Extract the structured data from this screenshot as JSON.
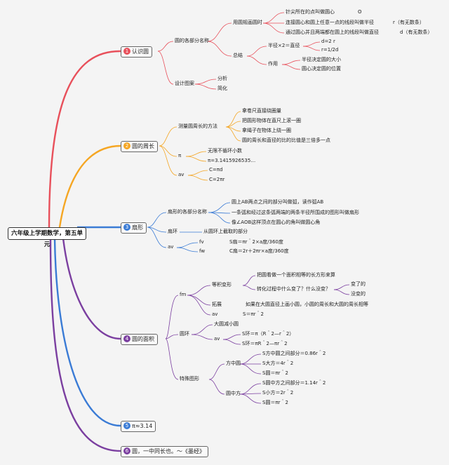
{
  "root": "六年级上学期数学，第五单元",
  "colors": {
    "b1": "#e8505b",
    "b2": "#f5a623",
    "b3": "#3a7bd5",
    "b4": "#7b3fa0",
    "b5": "#3a7bd5",
    "b6": "#7b3fa0"
  },
  "b1": {
    "num": "1",
    "label": "认识圆",
    "n1": "圆的各部分名称",
    "n1a": "用圆规画圆时",
    "n1a1": "针尖所在的点叫做圆心",
    "n1a1v": "O",
    "n1a2": "连接圆心和圆上任意一点的线段叫做半径",
    "n1a2v": "r（有无数条）",
    "n1a3": "通过圆心并且两端都在圆上的线段叫做直径",
    "n1a3v": "d（有无数条）",
    "n1b": "总结",
    "n1b1": "半径×2＝直径",
    "n1b1a": "d=2 r",
    "n1b1b": "r=1/2d",
    "n1b2": "作用",
    "n1b2a": "半径决定圆的大小",
    "n1b2b": "圆心决定圆的位置",
    "n2": "设计图案",
    "n2a": "分析",
    "n2b": "简化"
  },
  "b2": {
    "num": "2",
    "label": "圆的周长",
    "n1": "测量圆周长的方法",
    "n1a": "拿卷尺直接绕圈量",
    "n1b": "把圆形物体在直尺上滚一圈",
    "n1c": "拿绳子在物体上绕一圈",
    "n1d": "圆的周长和直径的比的比值是三倍多一点",
    "n2": "π",
    "n2a": "无限不循环小数",
    "n2b": "π=3.1415926535…",
    "n3": "av",
    "n3a": "C=πd",
    "n3b": "C=2πr"
  },
  "b3": {
    "num": "3",
    "label": "扇形",
    "n1": "扇形的各部分名称",
    "n1a": "圆上AB两点之间的部分叫做弧，读作弧AB",
    "n1b": "一条弧和经过这条弧两端的两条半径所围成的图形叫做扇形",
    "n1c": "像∠AOB这样顶点在圆心的角叫做圆心角",
    "n2": "扇环",
    "n2a": "从圆环上截取的部分",
    "n3": "av",
    "n3a": "fv",
    "n3av": "S扇＝πr＾2×a度/360度",
    "n3b": "fw",
    "n3bv": "C扇＝2r＋2πr×a度/360度"
  },
  "b4": {
    "num": "4",
    "label": "圆的面积",
    "n1": "fm",
    "n1a": "等积变形",
    "n1a1": "把圆看做一个面积相等的长方形来算",
    "n1a2": "转化过程中什么变了？什么没变？",
    "n1a2a": "变了的",
    "n1a2b": "没变的",
    "n1b": "拓展",
    "n1b1": "如果在大圆直径上画小圆，小圆的周长和大圆的周长相等",
    "n1c": "av",
    "n1c1": "S＝πr＾2",
    "n2": "圆环",
    "n2a": "大圆减小圆",
    "n2b": "av",
    "n2b1": "S环＝π（R＾2—r＾2）",
    "n2b2": "S环＝πR＾2—πr＾2",
    "n3": "特殊图形",
    "n3a": "方中圆",
    "n3a1": "S方中圆之间部分＝0.86r＾2",
    "n3a2": "S大方＝4r＾2",
    "n3a3": "S圆＝πr＾2",
    "n3b": "圆中方",
    "n3b1": "S圆中方之间部分＝1.14r＾2",
    "n3b2": "S小方＝2r＾2",
    "n3b3": "S圆＝πr＾2"
  },
  "b5": {
    "num": "5",
    "label": "π≈3.14"
  },
  "b6": {
    "num": "6",
    "label": "圆，一中同长也。～《墨经》"
  }
}
